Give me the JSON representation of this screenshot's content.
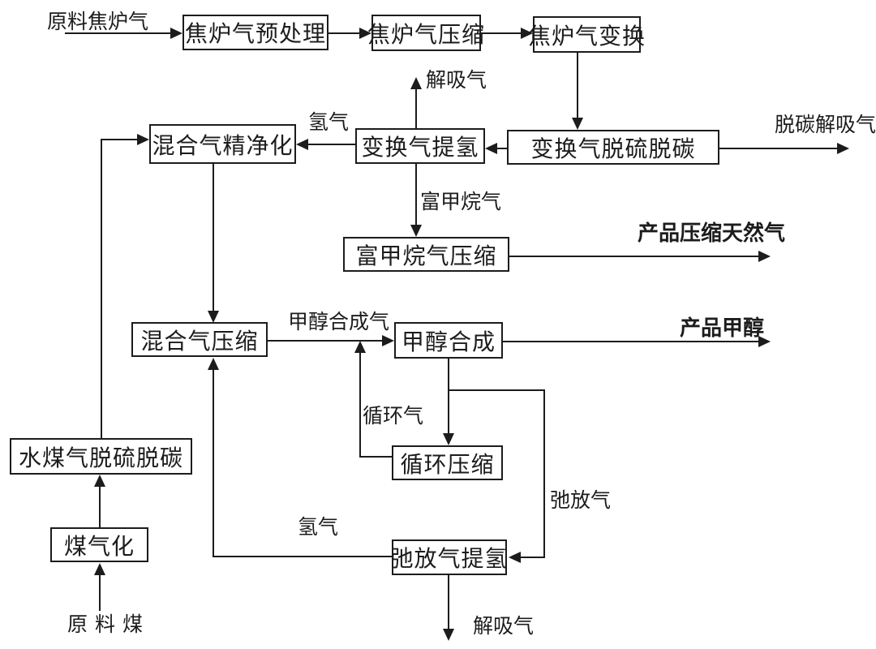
{
  "diagram": {
    "type": "process-flow-diagram",
    "colors": {
      "line": "#1c1c1c",
      "text": "#1c1c1c",
      "background": "#ffffff"
    },
    "nodes": {
      "cog_pretreatment": "焦炉气预处理",
      "cog_compression": "焦炉气压缩",
      "cog_shift": "焦炉气变换",
      "mixed_gas_purification": "混合气精净化",
      "shift_gas_h2_extraction": "变换气提氢",
      "shift_gas_desulf_decarb": "变换气脱硫脱碳",
      "rich_methane_compression": "富甲烷气压缩",
      "mixed_gas_compression": "混合气压缩",
      "methanol_synthesis": "甲醇合成",
      "cycle_compression": "循环压缩",
      "water_gas_desulf_decarb": "水煤气脱硫脱碳",
      "coal_gasification": "煤气化",
      "purge_gas_h2_extraction": "弛放气提氢"
    },
    "streams": {
      "raw_coke_oven_gas": "原料焦炉气",
      "desorption_gas_top": "解吸气",
      "hydrogen_top": "氢气",
      "decarb_desorption_gas": "脱碳解吸气",
      "rich_methane_gas": "富甲烷气",
      "product_compressed_natural_gas": "产品压缩天然气",
      "methanol_syngas": "甲醇合成气",
      "product_methanol": "产品甲醇",
      "cycle_gas": "循环气",
      "purge_gas": "弛放气",
      "hydrogen_bottom": "氢气",
      "desorption_gas_bottom": "解吸气",
      "raw_coal": "原料煤"
    }
  }
}
